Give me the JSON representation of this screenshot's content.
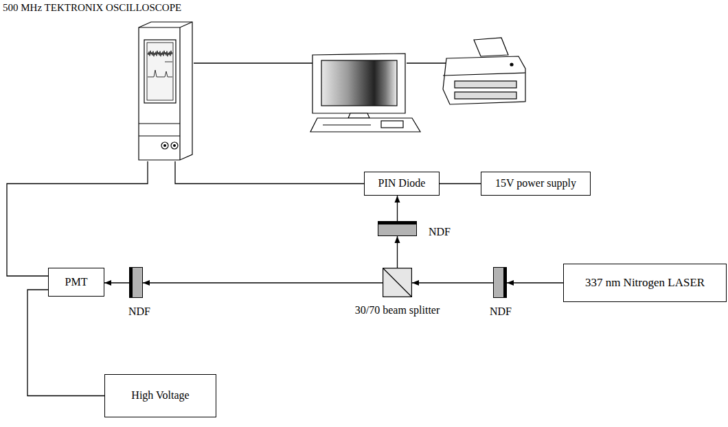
{
  "diagram": {
    "nodes": [
      {
        "text": [
          "500 MHz TEKTRONIX OSCILLOSCOPE"
        ]
      },
      {
        "text": [
          "PIN Diode"
        ]
      },
      {
        "text": [
          "15V power supply"
        ]
      },
      {
        "text": [
          "NDF"
        ]
      },
      {
        "text": [
          "PMT"
        ]
      },
      {
        "text": [
          "NDF"
        ]
      },
      {
        "text": [
          "30/70 beam splitter"
        ]
      },
      {
        "text": [
          "NDF"
        ]
      },
      {
        "text": [
          "337 nm Nitrogen LASER"
        ]
      },
      {
        "text": [
          "High Voltage"
        ]
      }
    ],
    "edges": [
      {
        "from": 0,
        "to": 1,
        "arrow": "none"
      },
      {
        "from": 0,
        "to": 4,
        "arrow": "none"
      },
      {
        "from": 4,
        "to": 9,
        "arrow": "none"
      },
      {
        "from": 1,
        "to": 2,
        "arrow": "none"
      },
      {
        "from": 8,
        "to": 7,
        "arrow": "to"
      },
      {
        "from": 7,
        "to": 6,
        "arrow": "to"
      },
      {
        "from": 6,
        "to": 5,
        "arrow": "to"
      },
      {
        "from": 5,
        "to": 4,
        "arrow": "to"
      },
      {
        "from": 6,
        "to": 3,
        "arrow": "to"
      },
      {
        "from": 3,
        "to": 1,
        "arrow": "to"
      }
    ]
  }
}
